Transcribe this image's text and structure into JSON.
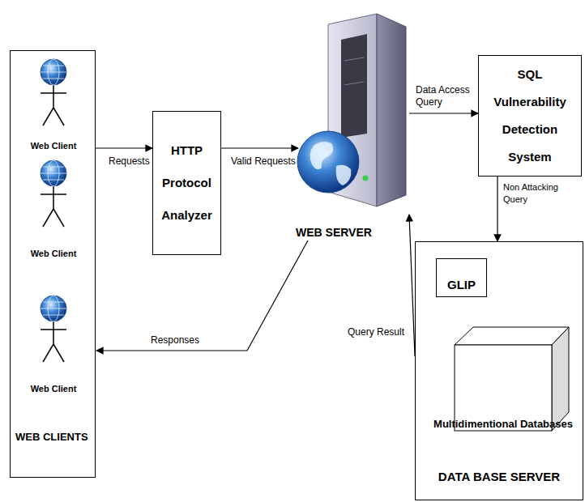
{
  "diagram": {
    "nodes": [
      {
        "text": [
          "WEB CLIENTS"
        ]
      },
      {
        "text": [
          "Web Client"
        ],
        "in": 0
      },
      {
        "text": [
          "Web Client"
        ],
        "in": 0
      },
      {
        "text": [
          "Web Client"
        ],
        "in": 0
      },
      {
        "text": [
          "HTTP Protocol Analyzer"
        ]
      },
      {
        "text": [
          "WEB SERVER"
        ]
      },
      {
        "text": [
          "SQL Vulnerability Detection System"
        ]
      },
      {
        "text": [
          "DATA BASE SERVER"
        ]
      },
      {
        "text": [
          "GLIP"
        ],
        "in": 7
      },
      {
        "text": [
          "Multidimentional Databases"
        ],
        "in": 7
      }
    ],
    "edges": [
      {
        "from": 0,
        "to": 4,
        "arrow": "to",
        "label": "Requests"
      },
      {
        "from": 4,
        "to": 5,
        "arrow": "to",
        "label": "Valid Requests"
      },
      {
        "from": 5,
        "to": 6,
        "arrow": "to",
        "label": "Data Access Query"
      },
      {
        "from": 6,
        "to": 7,
        "arrow": "to",
        "label": "Non Attacking Query"
      },
      {
        "from": 7,
        "to": 5,
        "arrow": "to",
        "label": "Query Result"
      },
      {
        "from": 5,
        "to": 0,
        "arrow": "to",
        "label": "Responses"
      },
      {
        "from": 8,
        "to": 9,
        "arrow": "to"
      }
    ]
  }
}
